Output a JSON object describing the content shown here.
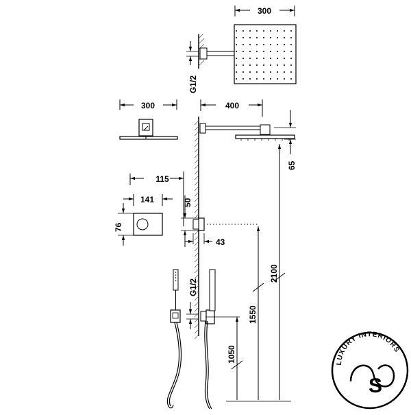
{
  "dimensions": {
    "head_top_width": "300",
    "thread_top": "G1/2",
    "head_left_width": "300",
    "arm_length": "400",
    "head_drop": "65",
    "panel_depth": "115",
    "panel_width": "141",
    "panel_offset": "50",
    "panel_height": "76",
    "panel_protrusion": "43",
    "thread_bottom": "G1/2",
    "height_2100": "2100",
    "height_1550": "1550",
    "height_1050": "1050"
  },
  "logo": {
    "brand_text": "LUXURY INTERIORS",
    "monogram": "S"
  },
  "colors": {
    "line": "#000000",
    "wall_hatch": "#555555"
  }
}
